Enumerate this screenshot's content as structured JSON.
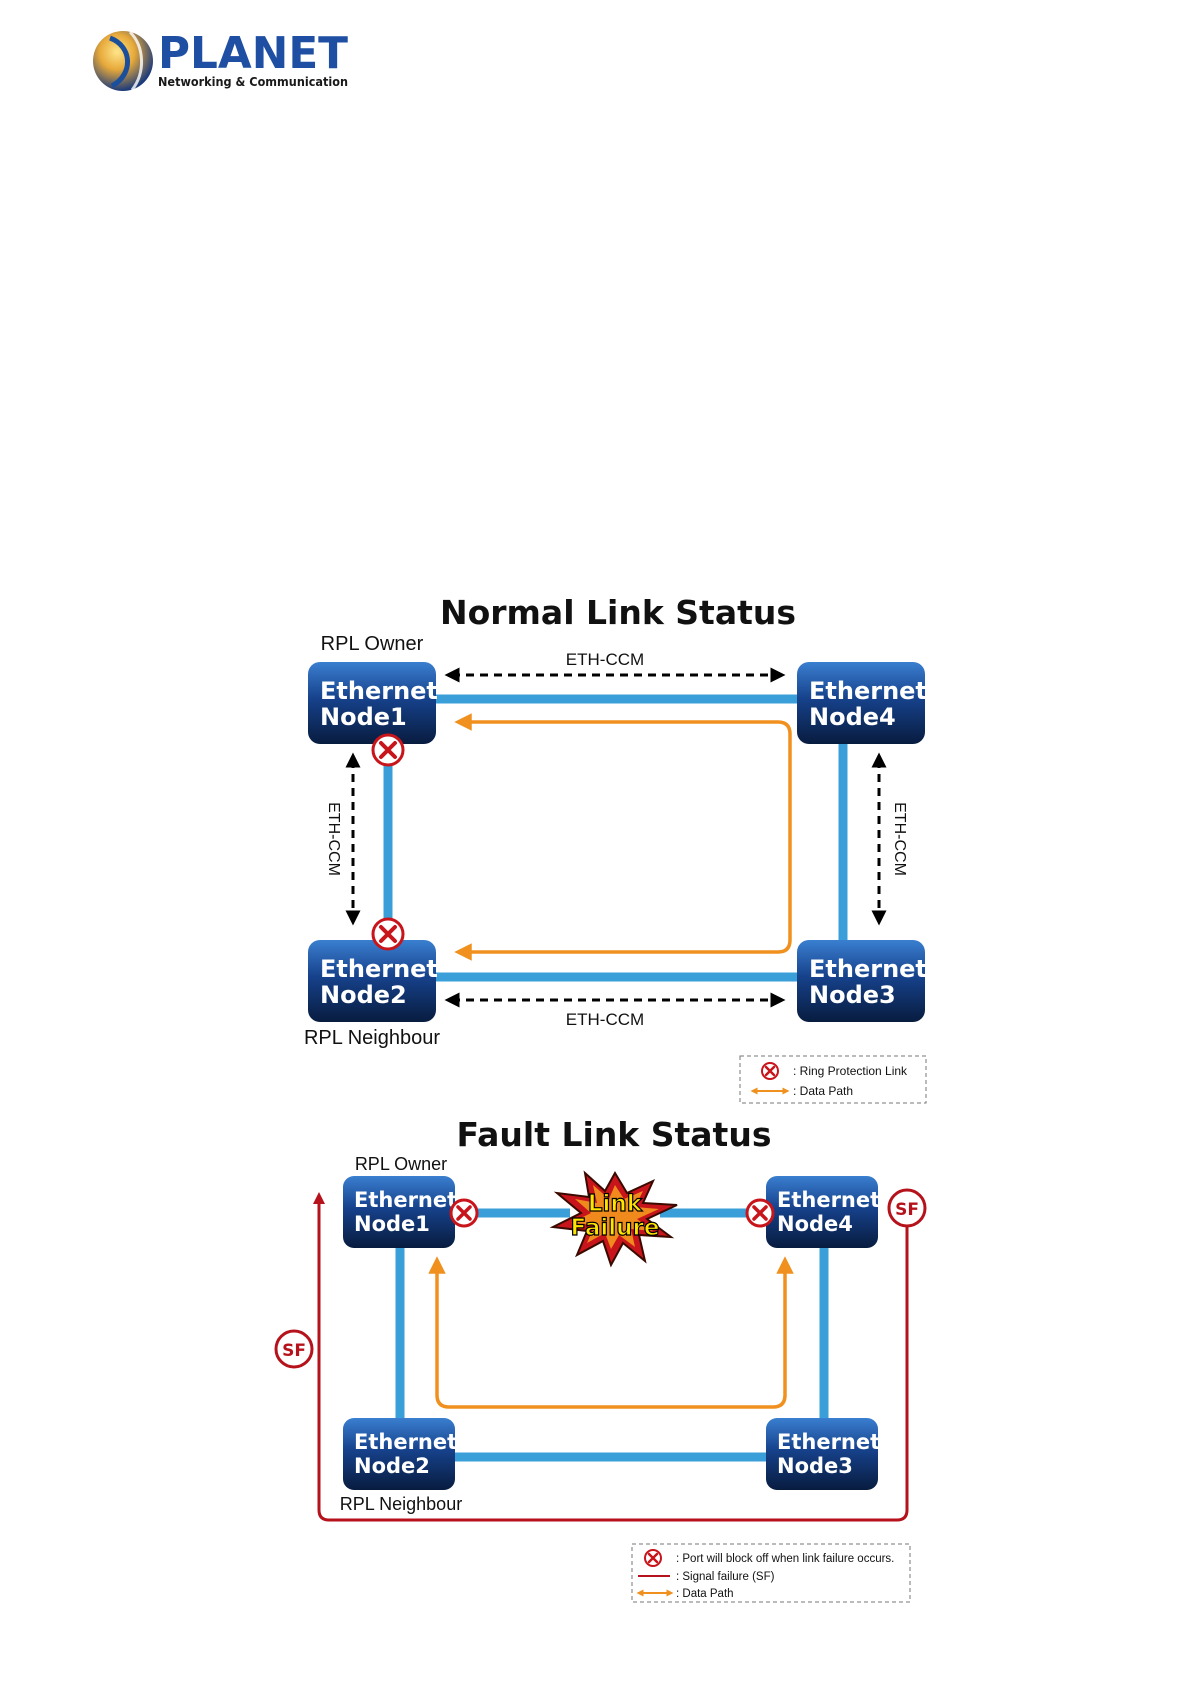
{
  "brand": {
    "name": "PLANET",
    "tagline": "Networking & Communication"
  },
  "colors": {
    "link_blue": "#3a9fd8",
    "data_path_orange": "#f0901e",
    "signal_fail_red": "#b5121b",
    "node_dark": "#0b2550",
    "node_light": "#2a6fc0",
    "burst_red": "#c8151b",
    "burst_yellow": "#ffe400"
  },
  "normal": {
    "title": "Normal Link Status",
    "rpl_owner": "RPL Owner",
    "rpl_neighbour": "RPL Neighbour",
    "eth_ccm_top": "ETH-CCM",
    "eth_ccm_bottom": "ETH-CCM",
    "eth_ccm_left": "ETH-CCM",
    "eth_ccm_right": "ETH-CCM",
    "nodes": {
      "node1": {
        "line1": "Ethernet",
        "line2": "Node1"
      },
      "node2": {
        "line1": "Ethernet",
        "line2": "Node2"
      },
      "node3": {
        "line1": "Ethernet",
        "line2": "Node3"
      },
      "node4": {
        "line1": "Ethernet",
        "line2": "Node4"
      }
    },
    "legend": {
      "ring_protection": ": Ring Protection Link",
      "data_path": ": Data Path"
    }
  },
  "fault": {
    "title": "Fault Link Status",
    "rpl_owner": "RPL Owner",
    "rpl_neighbour": "RPL Neighbour",
    "burst_line1": "Link",
    "burst_line2": "Failure",
    "sf_left": "SF",
    "sf_right": "SF",
    "nodes": {
      "node1": {
        "line1": "Ethernet",
        "line2": "Node1"
      },
      "node2": {
        "line1": "Ethernet",
        "line2": "Node2"
      },
      "node3": {
        "line1": "Ethernet",
        "line2": "Node3"
      },
      "node4": {
        "line1": "Ethernet",
        "line2": "Node4"
      }
    },
    "legend": {
      "port_block": ": Port will block off when link failure occurs.",
      "signal_failure": ": Signal failure (SF)",
      "data_path": ": Data Path"
    }
  }
}
